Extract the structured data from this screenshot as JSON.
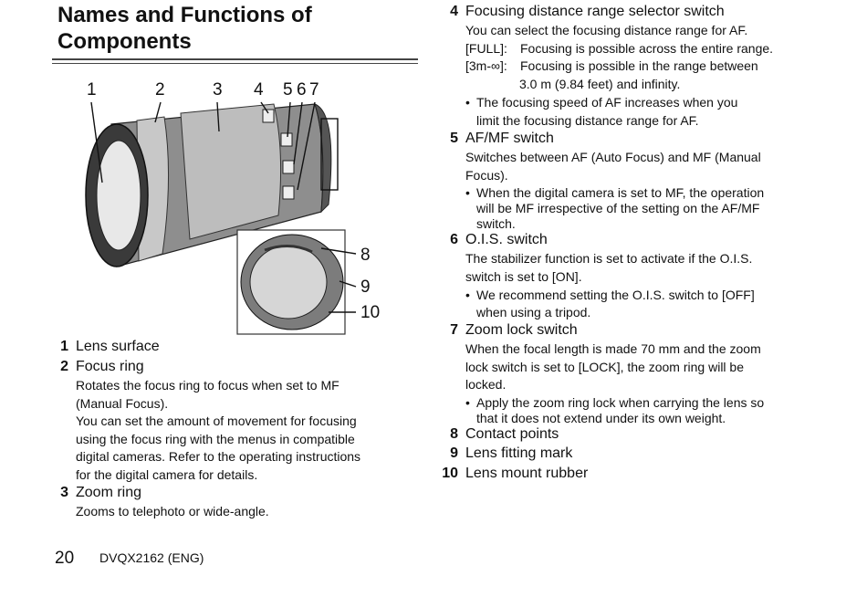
{
  "title_line1": "Names and Functions of",
  "title_line2": "Components",
  "diagram_labels": [
    "1",
    "2",
    "3",
    "4",
    "5",
    "6",
    "7",
    "8",
    "9",
    "10"
  ],
  "left_items": [
    {
      "num": "1",
      "name": "Lens surface"
    },
    {
      "num": "2",
      "name": "Focus ring",
      "paragraphs": [
        "Rotates the focus ring to focus when set to MF",
        "(Manual Focus).",
        "You can set the amount of movement for focusing",
        "using the focus ring with the menus in compatible",
        "digital cameras. Refer to the operating instructions",
        "for the digital camera for details."
      ]
    },
    {
      "num": "3",
      "name": "Zoom ring",
      "paragraphs": [
        "Zooms to telephoto or wide-angle."
      ]
    }
  ],
  "item4": {
    "num": "4",
    "name": "Focusing distance range selector switch",
    "intro": "You can select the focusing distance range for AF.",
    "opt_full_key": "[FULL]:",
    "opt_full_desc": "Focusing is possible across the entire range.",
    "opt_3m_key": "[3m-∞]:",
    "opt_3m_desc1": "Focusing is possible in the range between",
    "opt_3m_desc2": "3.0 m (9.84 feet) and infinity.",
    "bullet1": "The focusing speed of AF increases when you",
    "bullet2": "limit the focusing distance range for AF."
  },
  "item5": {
    "num": "5",
    "name": "AF/MF switch",
    "p1": "Switches between AF (Auto Focus) and MF (Manual",
    "p2": "Focus).",
    "b1": "When the digital camera is set to MF, the operation",
    "b2": "will be MF irrespective of the setting on the AF/MF",
    "b3": "switch."
  },
  "item6": {
    "num": "6",
    "name": "O.I.S. switch",
    "p1": "The stabilizer function is set to activate if the O.I.S.",
    "p2": "switch is set to [ON].",
    "b1": "We recommend setting the O.I.S. switch to [OFF]",
    "b2": "when using a tripod."
  },
  "item7": {
    "num": "7",
    "name": "Zoom lock switch",
    "p1": "When the focal length is made 70 mm and the zoom",
    "p2": "lock switch is set to [LOCK], the zoom ring will be",
    "p3": "locked.",
    "b1": "Apply the zoom ring lock when carrying the lens so",
    "b2": "that it does not extend under its own weight."
  },
  "short_items": [
    {
      "num": "8",
      "name": "Contact points"
    },
    {
      "num": "9",
      "name": "Lens fitting mark"
    },
    {
      "num": "10",
      "name": "Lens mount rubber"
    }
  ],
  "footer": {
    "page": "20",
    "code": "DVQX2162 (ENG)"
  }
}
